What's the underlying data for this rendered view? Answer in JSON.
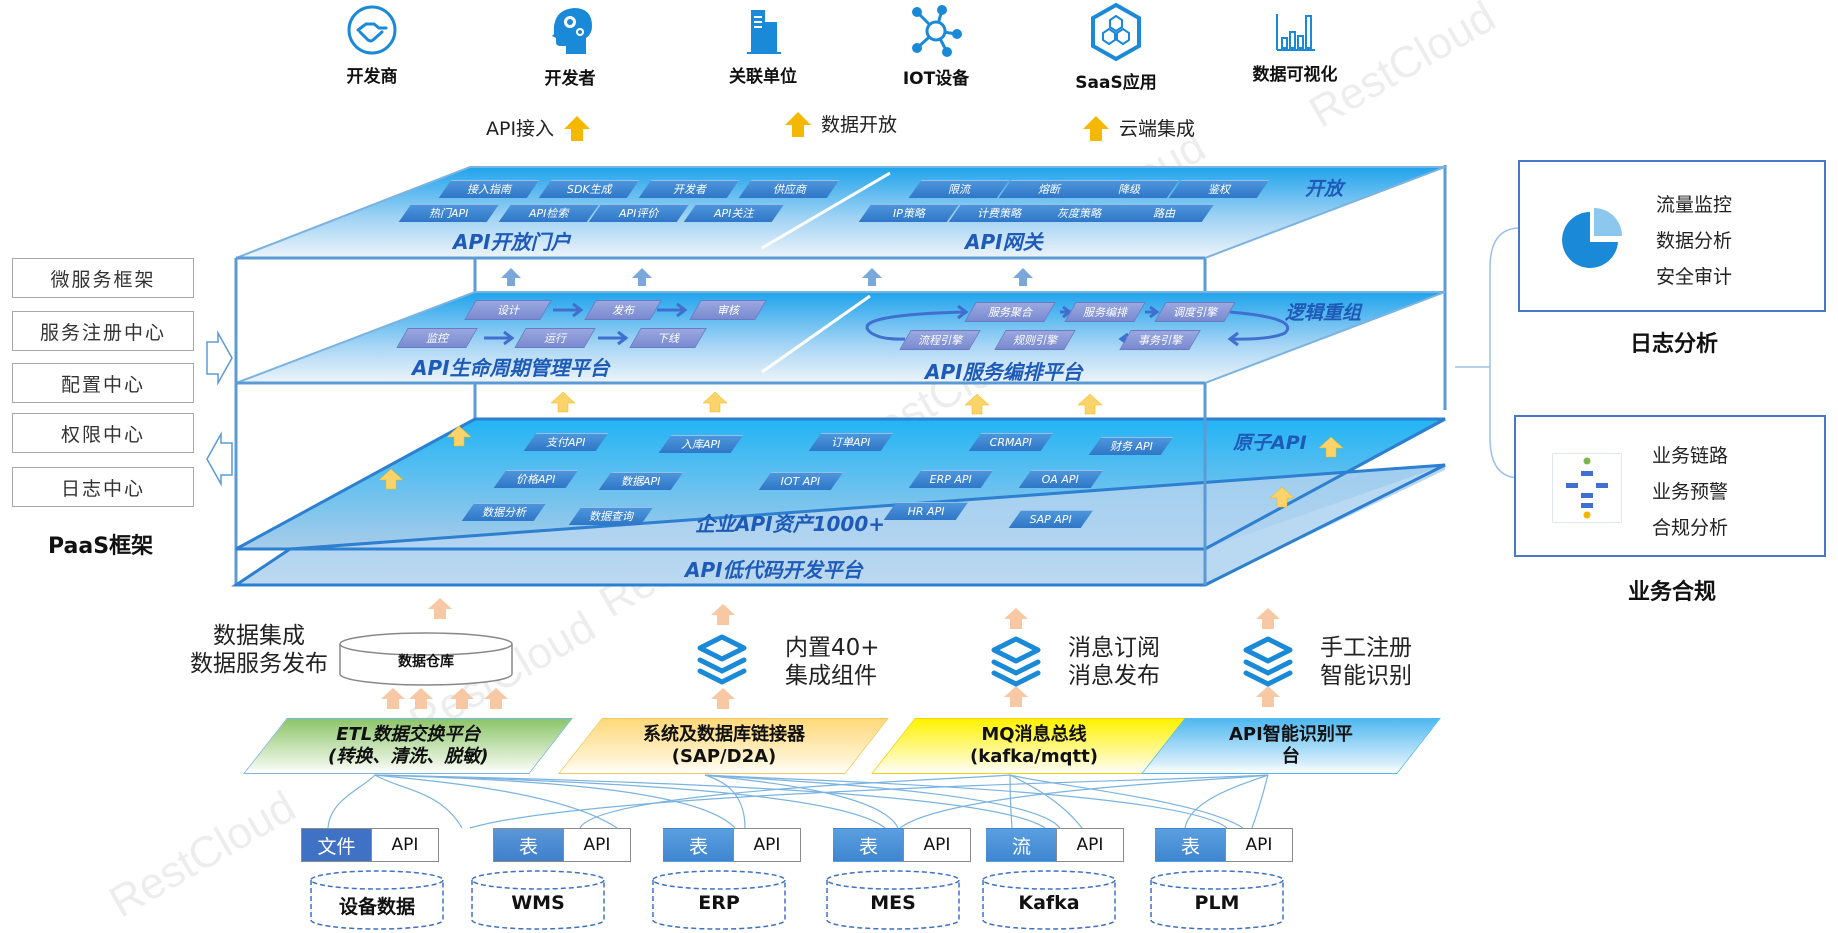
{
  "consumers": [
    {
      "label": "开发商",
      "icon": "handshake-icon"
    },
    {
      "label": "开发者",
      "icon": "head-gears-icon"
    },
    {
      "label": "关联单位",
      "icon": "building-icon"
    },
    {
      "label": "IOT设备",
      "icon": "network-hub-icon"
    },
    {
      "label": "SaaS应用",
      "icon": "hexagon-cluster-icon"
    },
    {
      "label": "数据可视化",
      "icon": "bar-chart-icon"
    }
  ],
  "flows": [
    {
      "label": "API接入",
      "icon": "up-arrow-icon"
    },
    {
      "label": "数据开放",
      "icon": "up-arrow-icon"
    },
    {
      "label": "云端集成",
      "icon": "up-arrow-icon"
    }
  ],
  "top_layer": {
    "corner_label": "开放",
    "portal": {
      "title": "API开放门户",
      "row1": [
        "接入指南",
        "SDK生成",
        "开发者",
        "供应商"
      ],
      "row2": [
        "热门API",
        "API检索",
        "API评价",
        "API关注"
      ]
    },
    "gateway": {
      "title": "API网关",
      "row1": [
        "限流",
        "熔断",
        "降级",
        "鉴权"
      ],
      "row2": [
        "IP策略",
        "计费策略",
        "灰度策略",
        "路由"
      ]
    }
  },
  "middle_layer": {
    "corner_label": "逻辑重组",
    "lifecycle": {
      "title": "API生命周期管理平台",
      "row1": [
        "设计",
        "发布",
        "审核"
      ],
      "row2": [
        "监控",
        "运行",
        "下线"
      ]
    },
    "orchestration": {
      "title": "API服务编排平台",
      "row1": [
        "服务聚合",
        "服务编排",
        "调度引擎"
      ],
      "row2": [
        "流程引擎",
        "规则引擎",
        "事务引擎"
      ]
    }
  },
  "asset_layer": {
    "title": "企业API资产1000+",
    "corner_label": "原子API",
    "apis": [
      "支付API",
      "入库API",
      "订单API",
      "CRMAPI",
      "财务 API",
      "价格API",
      "数据API",
      "IOT API",
      "ERP API",
      "OA API",
      "数据分析",
      "数据查询",
      "HR API",
      "SAP  API"
    ]
  },
  "base_layer": {
    "title": "API低代码开发平台"
  },
  "paas": {
    "title": "PaaS框架",
    "items": [
      "微服务框架",
      "服务注册中心",
      "配置中心",
      "权限中心",
      "日志中心"
    ]
  },
  "log_analysis": {
    "title": "日志分析",
    "items": [
      "流量监控",
      "数据分析",
      "安全审计"
    ],
    "icon": "pie-chart-icon",
    "colors": {
      "pie_main": "#1a8ad8",
      "pie_slice": "#8cc8ee"
    }
  },
  "compliance": {
    "title": "业务合规",
    "items": [
      "业务链路",
      "业务预警",
      "合规分析"
    ],
    "icon": "flowchart-icon"
  },
  "integration": {
    "warehouse_text": [
      "数据集成",
      "数据服务发布"
    ],
    "warehouse_label": "数据仓库",
    "components_text": [
      "内置40+",
      "集成组件"
    ],
    "mq_text": [
      "消息订阅",
      "消息发布"
    ],
    "register_text": [
      "手工注册",
      "智能识别"
    ]
  },
  "platforms": [
    {
      "line1": "ETL数据交换平台",
      "line2": "(转换、清洗、脱敏)",
      "color": "#a9d18e"
    },
    {
      "line1": "系统及数据库链接器",
      "line2": "(SAP/D2A)",
      "color": "#ffe699"
    },
    {
      "line1": "MQ消息总线",
      "line2": "(kafka/mqtt)",
      "color": "#fff200"
    },
    {
      "line1": "API智能识别平",
      "line2": "台",
      "color": "#5bc0f0"
    }
  ],
  "sources": [
    {
      "left": "文件",
      "right": "API",
      "db": "设备数据",
      "left_color": "#3f72c4"
    },
    {
      "left": "表",
      "right": "API",
      "db": "WMS",
      "left_color": "#4a86cc"
    },
    {
      "left": "表",
      "right": "API",
      "db": "ERP",
      "left_color": "#4a8fd6"
    },
    {
      "left": "表",
      "right": "API",
      "db": "MES",
      "left_color": "#4a8fd6"
    },
    {
      "left": "流",
      "right": "API",
      "db": "Kafka",
      "left_color": "#4a8fd6"
    },
    {
      "left": "表",
      "right": "API",
      "db": "PLM",
      "left_color": "#4a8fd6"
    }
  ],
  "watermark": "RestCloud",
  "colors": {
    "frame": "#5b9bd5",
    "layer_blue": "#1fa3ec",
    "title_blue": "#1e5bb8",
    "yellow_arrow": "#f5b800",
    "peach_arrow": "#f8c8a4"
  }
}
